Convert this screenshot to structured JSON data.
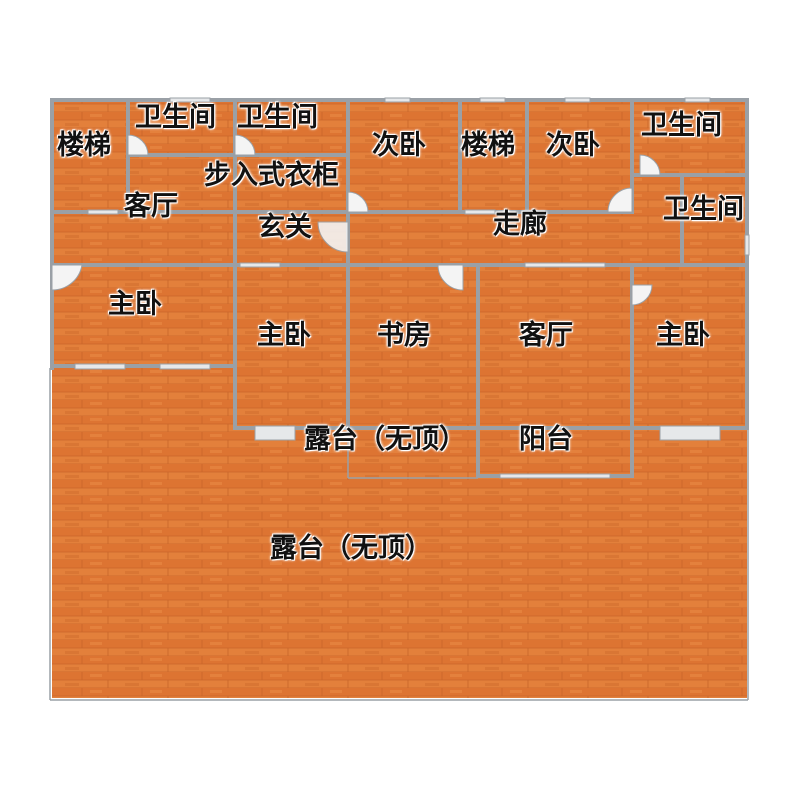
{
  "colors": {
    "floor": "#e07a36",
    "floor_dark": "#c9652a",
    "wall": "#9aa0a6",
    "window": "#e6e8ea",
    "door_arc": "#f4f4f4",
    "background": "#ffffff"
  },
  "rooms": {
    "stairs_1": "楼梯",
    "bathroom_1": "卫生间",
    "bathroom_2": "卫生间",
    "secondary_bedroom_1": "次卧",
    "stairs_2": "楼梯",
    "secondary_bedroom_2": "次卧",
    "bathroom_3": "卫生间",
    "walk_in_closet": "步入式衣柜",
    "living_room_1": "客厅",
    "foyer": "玄关",
    "corridor": "走廊",
    "bathroom_4": "卫生间",
    "master_bedroom_1": "主卧",
    "master_bedroom_2": "主卧",
    "study": "书房",
    "living_room_2": "客厅",
    "master_bedroom_3": "主卧",
    "terrace_small": "露台（无顶）",
    "balcony": "阳台",
    "terrace_large": "露台（无顶）"
  }
}
